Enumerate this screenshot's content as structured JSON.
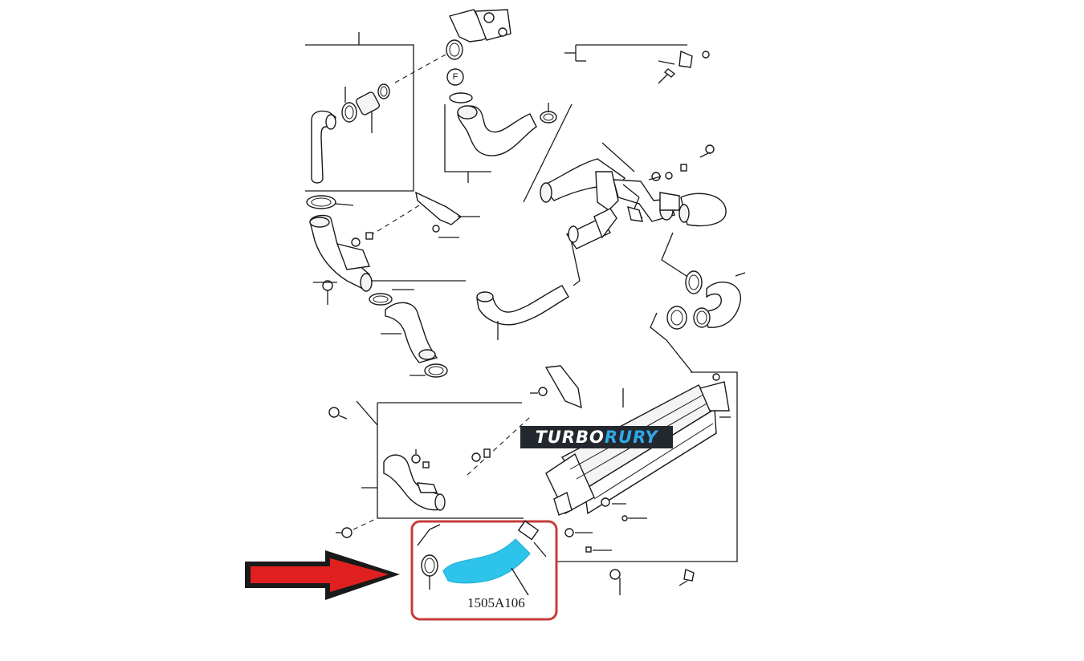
{
  "diagram": {
    "part_label": "1505A106",
    "reference_marker": "F",
    "watermark": {
      "part1": "TURBO",
      "part2": "RURY"
    },
    "colors": {
      "highlight_hose": "#2ec3ea",
      "highlight_frame": "#c63c3c",
      "arrow_fill": "#e02020",
      "line_art": "#1a1a1a",
      "watermark_bg": "#22282d",
      "watermark_accent": "#2fa8e6"
    }
  }
}
